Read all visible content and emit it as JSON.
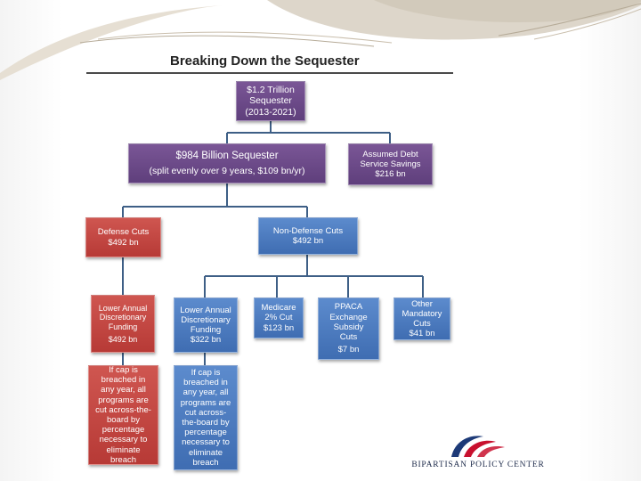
{
  "title": "Breaking Down the Sequester",
  "colors": {
    "purple": "#6b4a87",
    "red": "#c2453f",
    "blue": "#4a7bc1",
    "connector": "#3e5f86"
  },
  "nodes": {
    "root": [
      "$1.2 Trillion",
      "Sequester",
      "(2013-2021)"
    ],
    "sequester": [
      "$984 Billion Sequester",
      "(split evenly over 9 years, $109 bn/yr)"
    ],
    "debt_savings": [
      "Assumed Debt",
      "Service Savings",
      "$216 bn"
    ],
    "defense": [
      "Defense Cuts",
      "$492 bn"
    ],
    "non_defense": [
      "Non-Defense Cuts",
      "$492 bn"
    ],
    "defense_discretionary": [
      "Lower Annual",
      "Discretionary",
      "Funding",
      "$492 bn"
    ],
    "nondefense_discretionary": [
      "Lower Annual",
      "Discretionary",
      "Funding",
      "$322 bn"
    ],
    "medicare": [
      "Medicare",
      "2% Cut",
      "$123 bn"
    ],
    "ppaca": [
      "PPACA",
      "Exchange",
      "Subsidy",
      "Cuts",
      "$7 bn"
    ],
    "other_mandatory": [
      "Other",
      "Mandatory",
      "Cuts",
      "$41 bn"
    ],
    "defense_breach": [
      "If cap is",
      "breached in",
      "any year, all",
      "programs are",
      "cut across-the-",
      "board by",
      "percentage",
      "necessary to",
      "eliminate",
      "breach"
    ],
    "nondefense_breach": [
      "If cap is",
      "breached in",
      "any year, all",
      "programs are",
      "cut across-",
      "the-board by",
      "percentage",
      "necessary to",
      "eliminate",
      "breach"
    ]
  },
  "logo": {
    "text": "BIPARTISAN POLICY CENTER",
    "icon": "arch-logo-icon"
  }
}
